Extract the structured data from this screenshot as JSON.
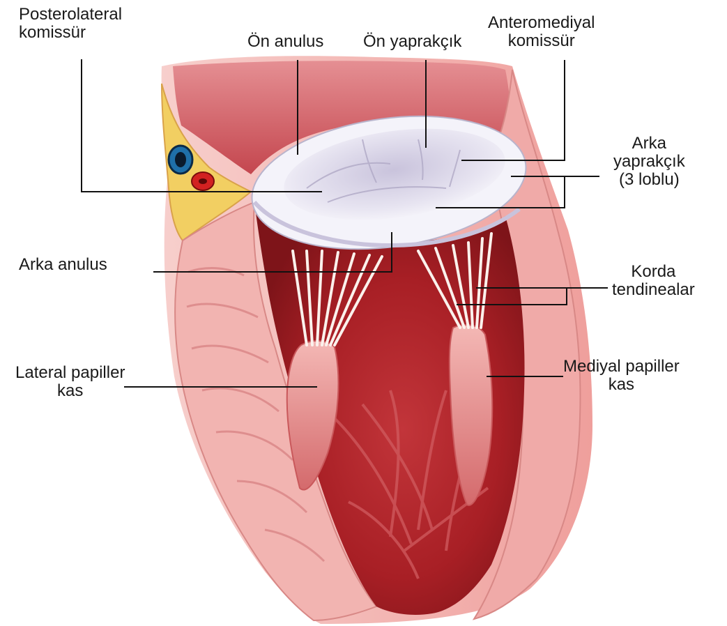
{
  "labels": {
    "posterolateral_commissure": [
      "Posterolateral",
      "komissür"
    ],
    "anterior_annulus": [
      "Ön anulus"
    ],
    "anterior_leaflet": [
      "Ön yaprakçık"
    ],
    "anteromedial_commissure": [
      "Anteromediyal",
      "komissür"
    ],
    "posterior_leaflet": [
      "Arka",
      "yaprakçık",
      "(3 loblu)"
    ],
    "posterior_annulus": [
      "Arka anulus"
    ],
    "chordae_tendineae": [
      "Korda",
      "tendinealar"
    ],
    "lateral_papillary_muscle": [
      "Lateral papiller",
      "kas"
    ],
    "medial_papillary_muscle": [
      "Mediyal papiller",
      "kas"
    ]
  },
  "colors": {
    "myocardium_light": "#f2b5b2",
    "myocardium_dark": "#c93a3a",
    "chamber_interior": "#a81e24",
    "fat": "#f2cf62",
    "valve": "#e8e6f2",
    "chordae": "#fbf1ec",
    "leader_line": "#111111"
  }
}
